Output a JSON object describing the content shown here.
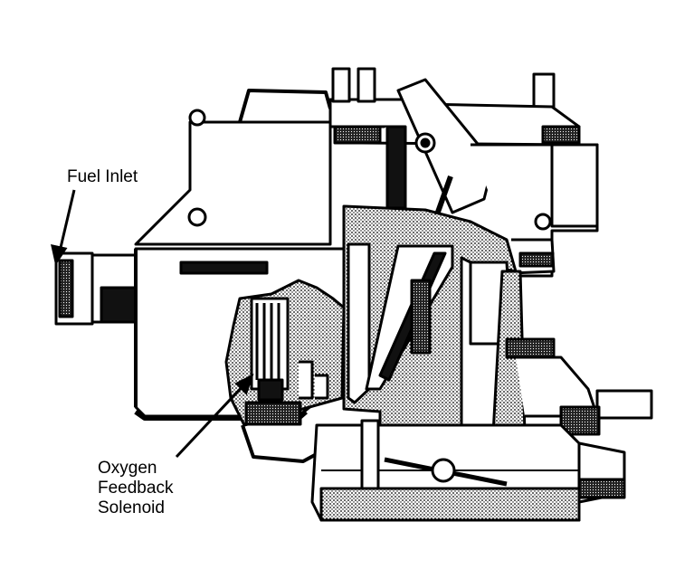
{
  "labels": {
    "fuel_inlet": "Fuel Inlet",
    "oxygen_line1": "Oxygen",
    "oxygen_line2": "Feedback",
    "oxygen_line3": "Solenoid"
  },
  "colors": {
    "ink": "#000000",
    "paper": "#ffffff",
    "shade": "#555555"
  }
}
